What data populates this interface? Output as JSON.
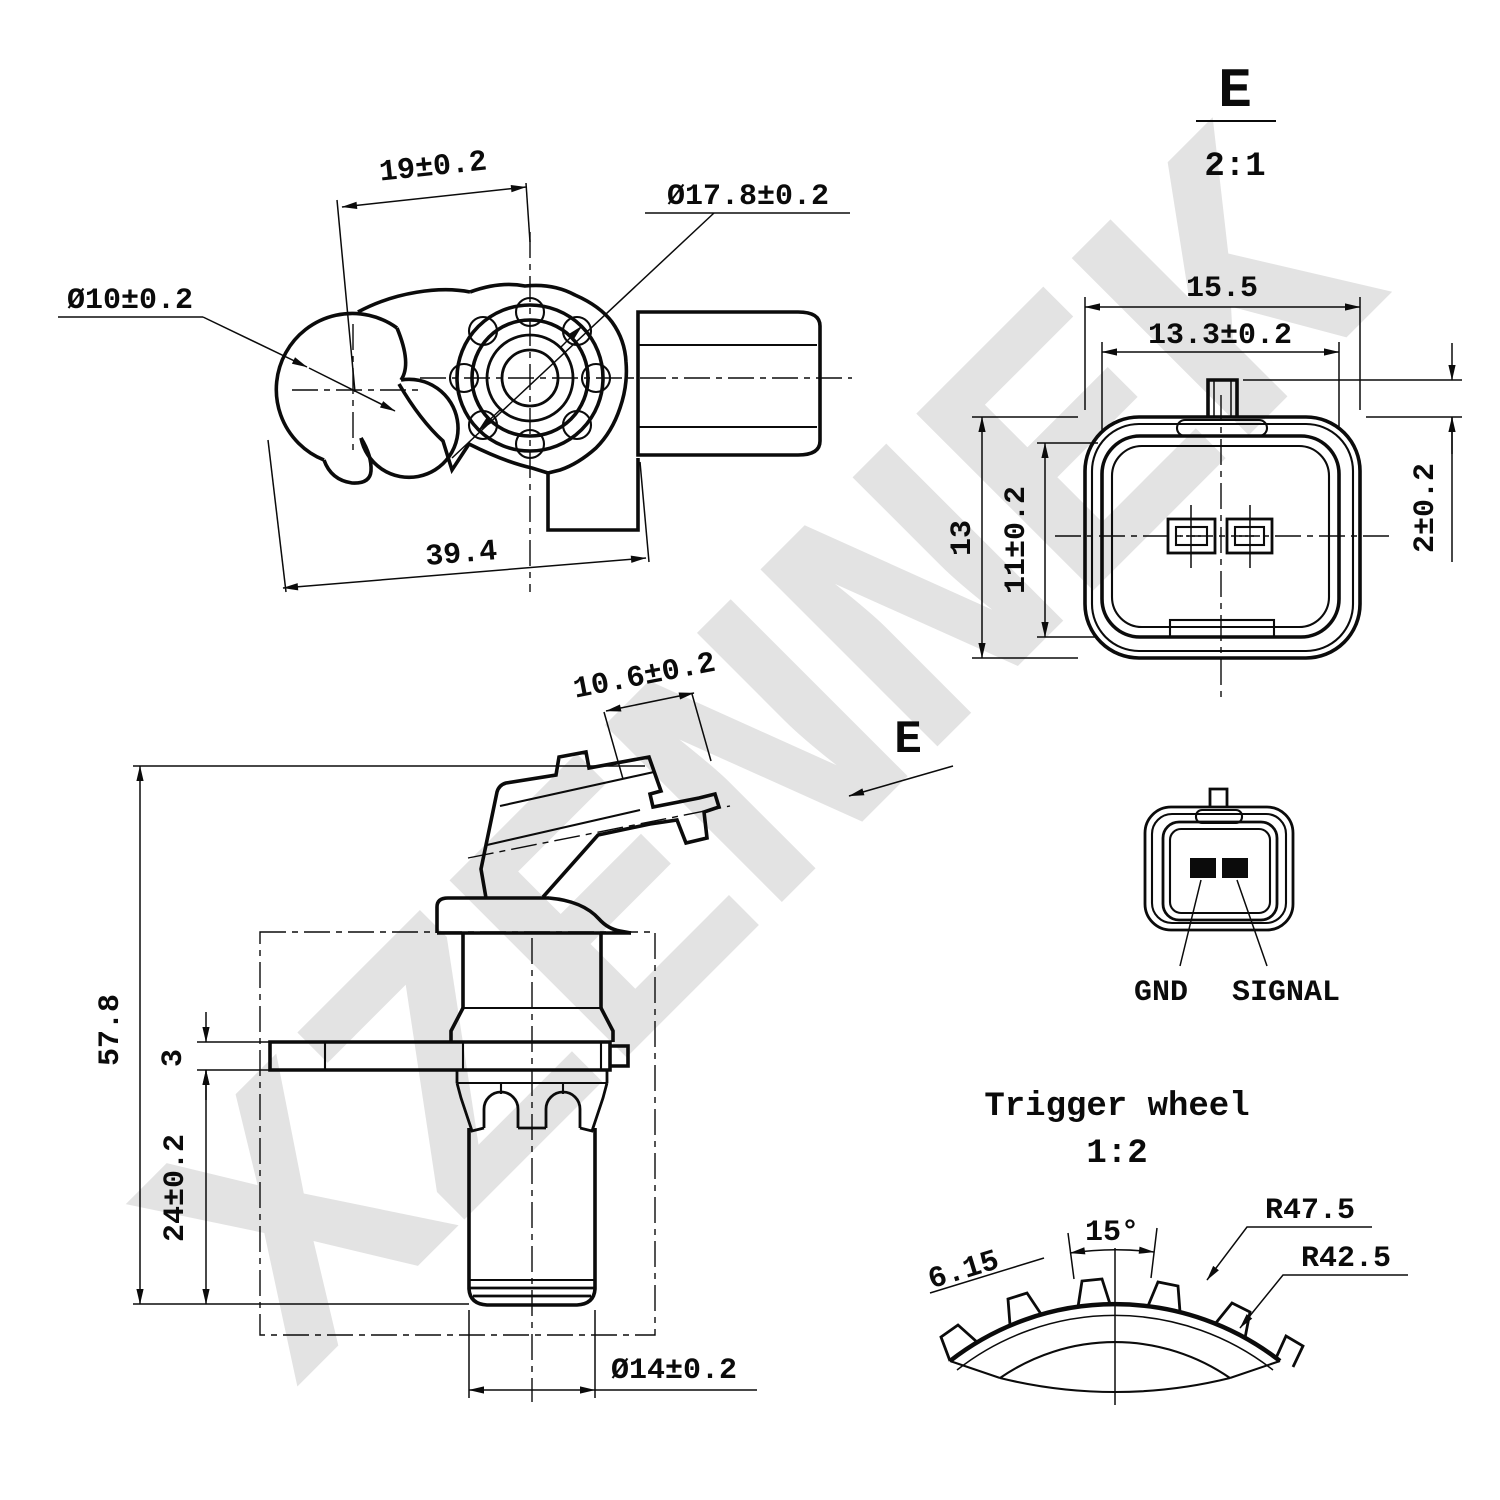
{
  "watermark": "XZENNEK",
  "top_view": {
    "dim_spacing": "19±0.2",
    "dim_boss_dia": "Ø17.8±0.2",
    "dim_hole_dia": "Ø10±0.2",
    "dim_length": "39.4"
  },
  "detail_e": {
    "label": "E",
    "scale": "2:1",
    "dim_width_outer": "15.5",
    "dim_width_inner": "13.3±0.2",
    "dim_height_outer": "13",
    "dim_height_inner": "11±0.2",
    "dim_tab_height": "2±0.2"
  },
  "front_view": {
    "dim_mouth": "10.6±0.2",
    "view_label": "E",
    "dim_total_height": "57.8",
    "dim_flange_thickness": "3",
    "dim_thread_length": "24±0.2",
    "dim_barrel_dia": "Ø14±0.2"
  },
  "pinout": {
    "gnd": "GND",
    "signal": "SIGNAL"
  },
  "trigger_wheel": {
    "title": "Trigger wheel",
    "scale": "1:2",
    "dim_tooth_width": "6.15",
    "dim_pitch_angle": "15°",
    "dim_radius_outer": "R47.5",
    "dim_radius_inner": "R42.5"
  }
}
